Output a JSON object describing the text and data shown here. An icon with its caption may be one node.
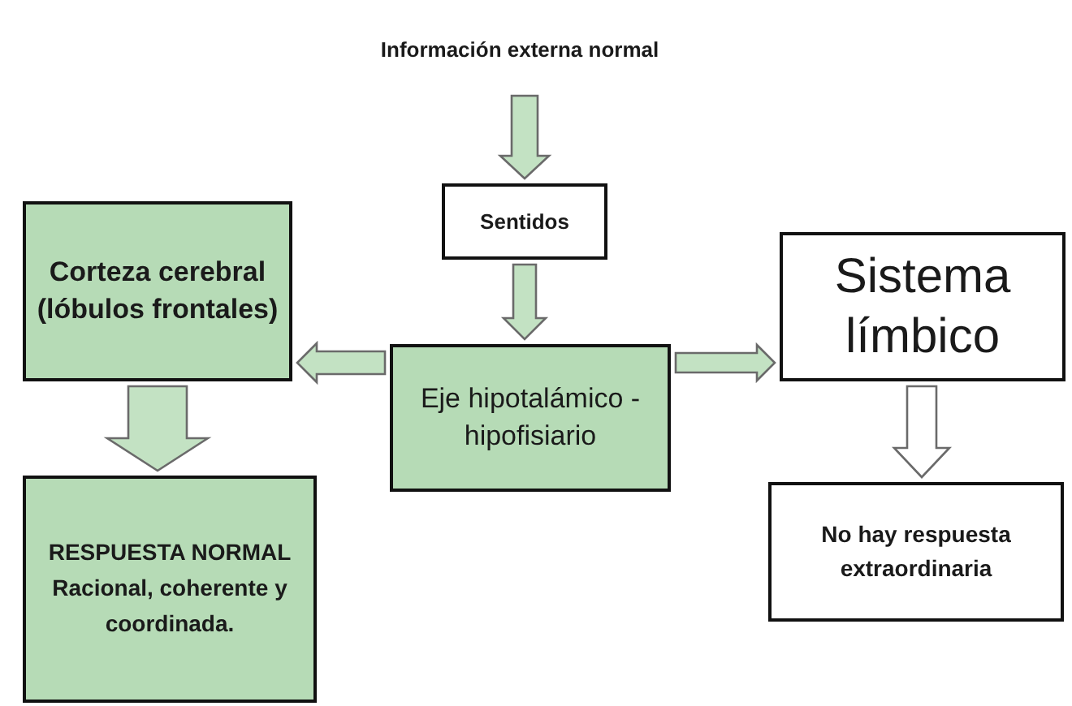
{
  "diagram": {
    "nodes": [
      {
        "text": [
          "Información externa normal"
        ]
      },
      {
        "text": [
          "Sentidos"
        ]
      },
      {
        "text": [
          "Corteza cerebral (lóbulos frontales)"
        ]
      },
      {
        "text": [
          "Eje hipotalámico - hipofisiario"
        ]
      },
      {
        "text": [
          "Sistema límbico"
        ]
      },
      {
        "text": [
          "RESPUESTA NORMAL Racional, coherente y coordinada."
        ]
      },
      {
        "text": [
          "No hay respuesta extraordinaria"
        ]
      }
    ],
    "edges": [
      {
        "from": 0,
        "to": 1,
        "arrow": "to"
      },
      {
        "from": 1,
        "to": 3,
        "arrow": "to"
      },
      {
        "from": 3,
        "to": 2,
        "arrow": "to"
      },
      {
        "from": 3,
        "to": 4,
        "arrow": "to"
      },
      {
        "from": 2,
        "to": 5,
        "arrow": "to"
      },
      {
        "from": 4,
        "to": 6,
        "arrow": "to",
        "color": "#ffffff"
      }
    ]
  }
}
